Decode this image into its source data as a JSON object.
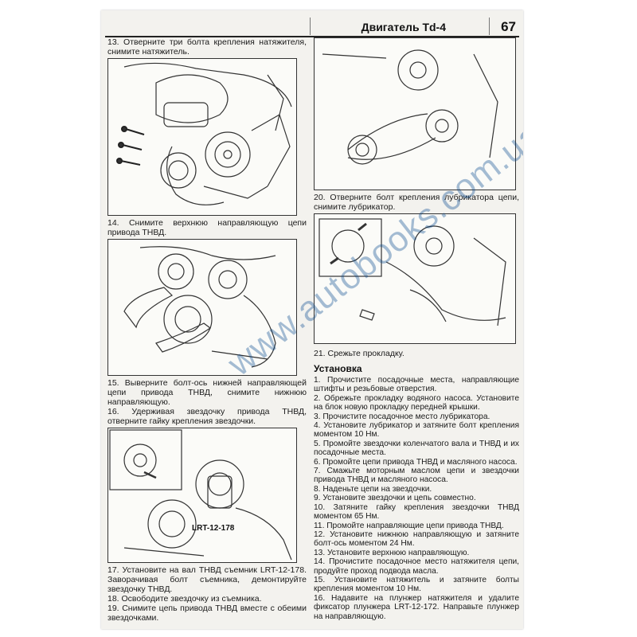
{
  "header": {
    "running_title": "Двигатель Td-4",
    "page_number": "67"
  },
  "left": {
    "cap13": "13. Отверните три болта крепления натяжителя, снимите натяжитель.",
    "cap14": "14. Снимите верхнюю направляющую цепи привода ТНВД.",
    "cap15": "15. Выверните болт-ось нижней направляющей цепи привода ТНВД, снимите нижнюю направляющую.",
    "cap16": "16. Удерживая звездочку привода ТНВД, отверните гайку крепления звездочки.",
    "fig4_label": "LRT-12-178",
    "cap17": "17. Установите на вал ТНВД съемник LRT-12-178. Заворачивая болт съемника, демонтируйте звездочку ТНВД.",
    "cap18": "18. Освободите звездочку из съемника.",
    "cap19": "19. Снимите цепь привода ТНВД вместе с обеими звездочками."
  },
  "right": {
    "cap20": "20. Отверните болт крепления лубрикатора цепи, снимите лубрикатор.",
    "cap21": "21. Срежьте прокладку.",
    "section_title": "Установка",
    "steps": [
      "1. Прочистите посадочные места, направляющие штифты и резьбовые отверстия.",
      "2. Обрежьте прокладку водяного насоса. Установите на блок новую прокладку передней крышки.",
      "3. Прочистите посадочное место лубрикатора.",
      "4. Установите лубрикатор и затяните болт крепления моментом 10 Нм.",
      "5. Промойте звездочки коленчатого вала и ТНВД и их посадочные места.",
      "6. Промойте цепи привода ТНВД и масляного насоса.",
      "7. Смажьте моторным маслом цепи и звездочки привода ТНВД и масляного насоса.",
      "8. Наденьте цепи на звездочки.",
      "9. Установите звездочки и цепь совместно.",
      "10. Затяните гайку крепления звездочки ТНВД моментом 65 Нм.",
      "11. Промойте направляющие цепи привода ТНВД.",
      "12. Установите нижнюю направляющую и затяните болт-ось моментом 24 Нм.",
      "13. Установите верхнюю направляющую.",
      "14. Прочистите посадочное место натяжителя цепи, продуйте проход подвода масла.",
      "15. Установите натяжитель и затяните болты крепления моментом 10 Нм.",
      "16. Надавите на плунжер натяжителя и удалите фиксатор плунжера LRT-12-172. Направьте плунжер на направляющую."
    ]
  },
  "watermark": "www.autobooks.com.ua"
}
